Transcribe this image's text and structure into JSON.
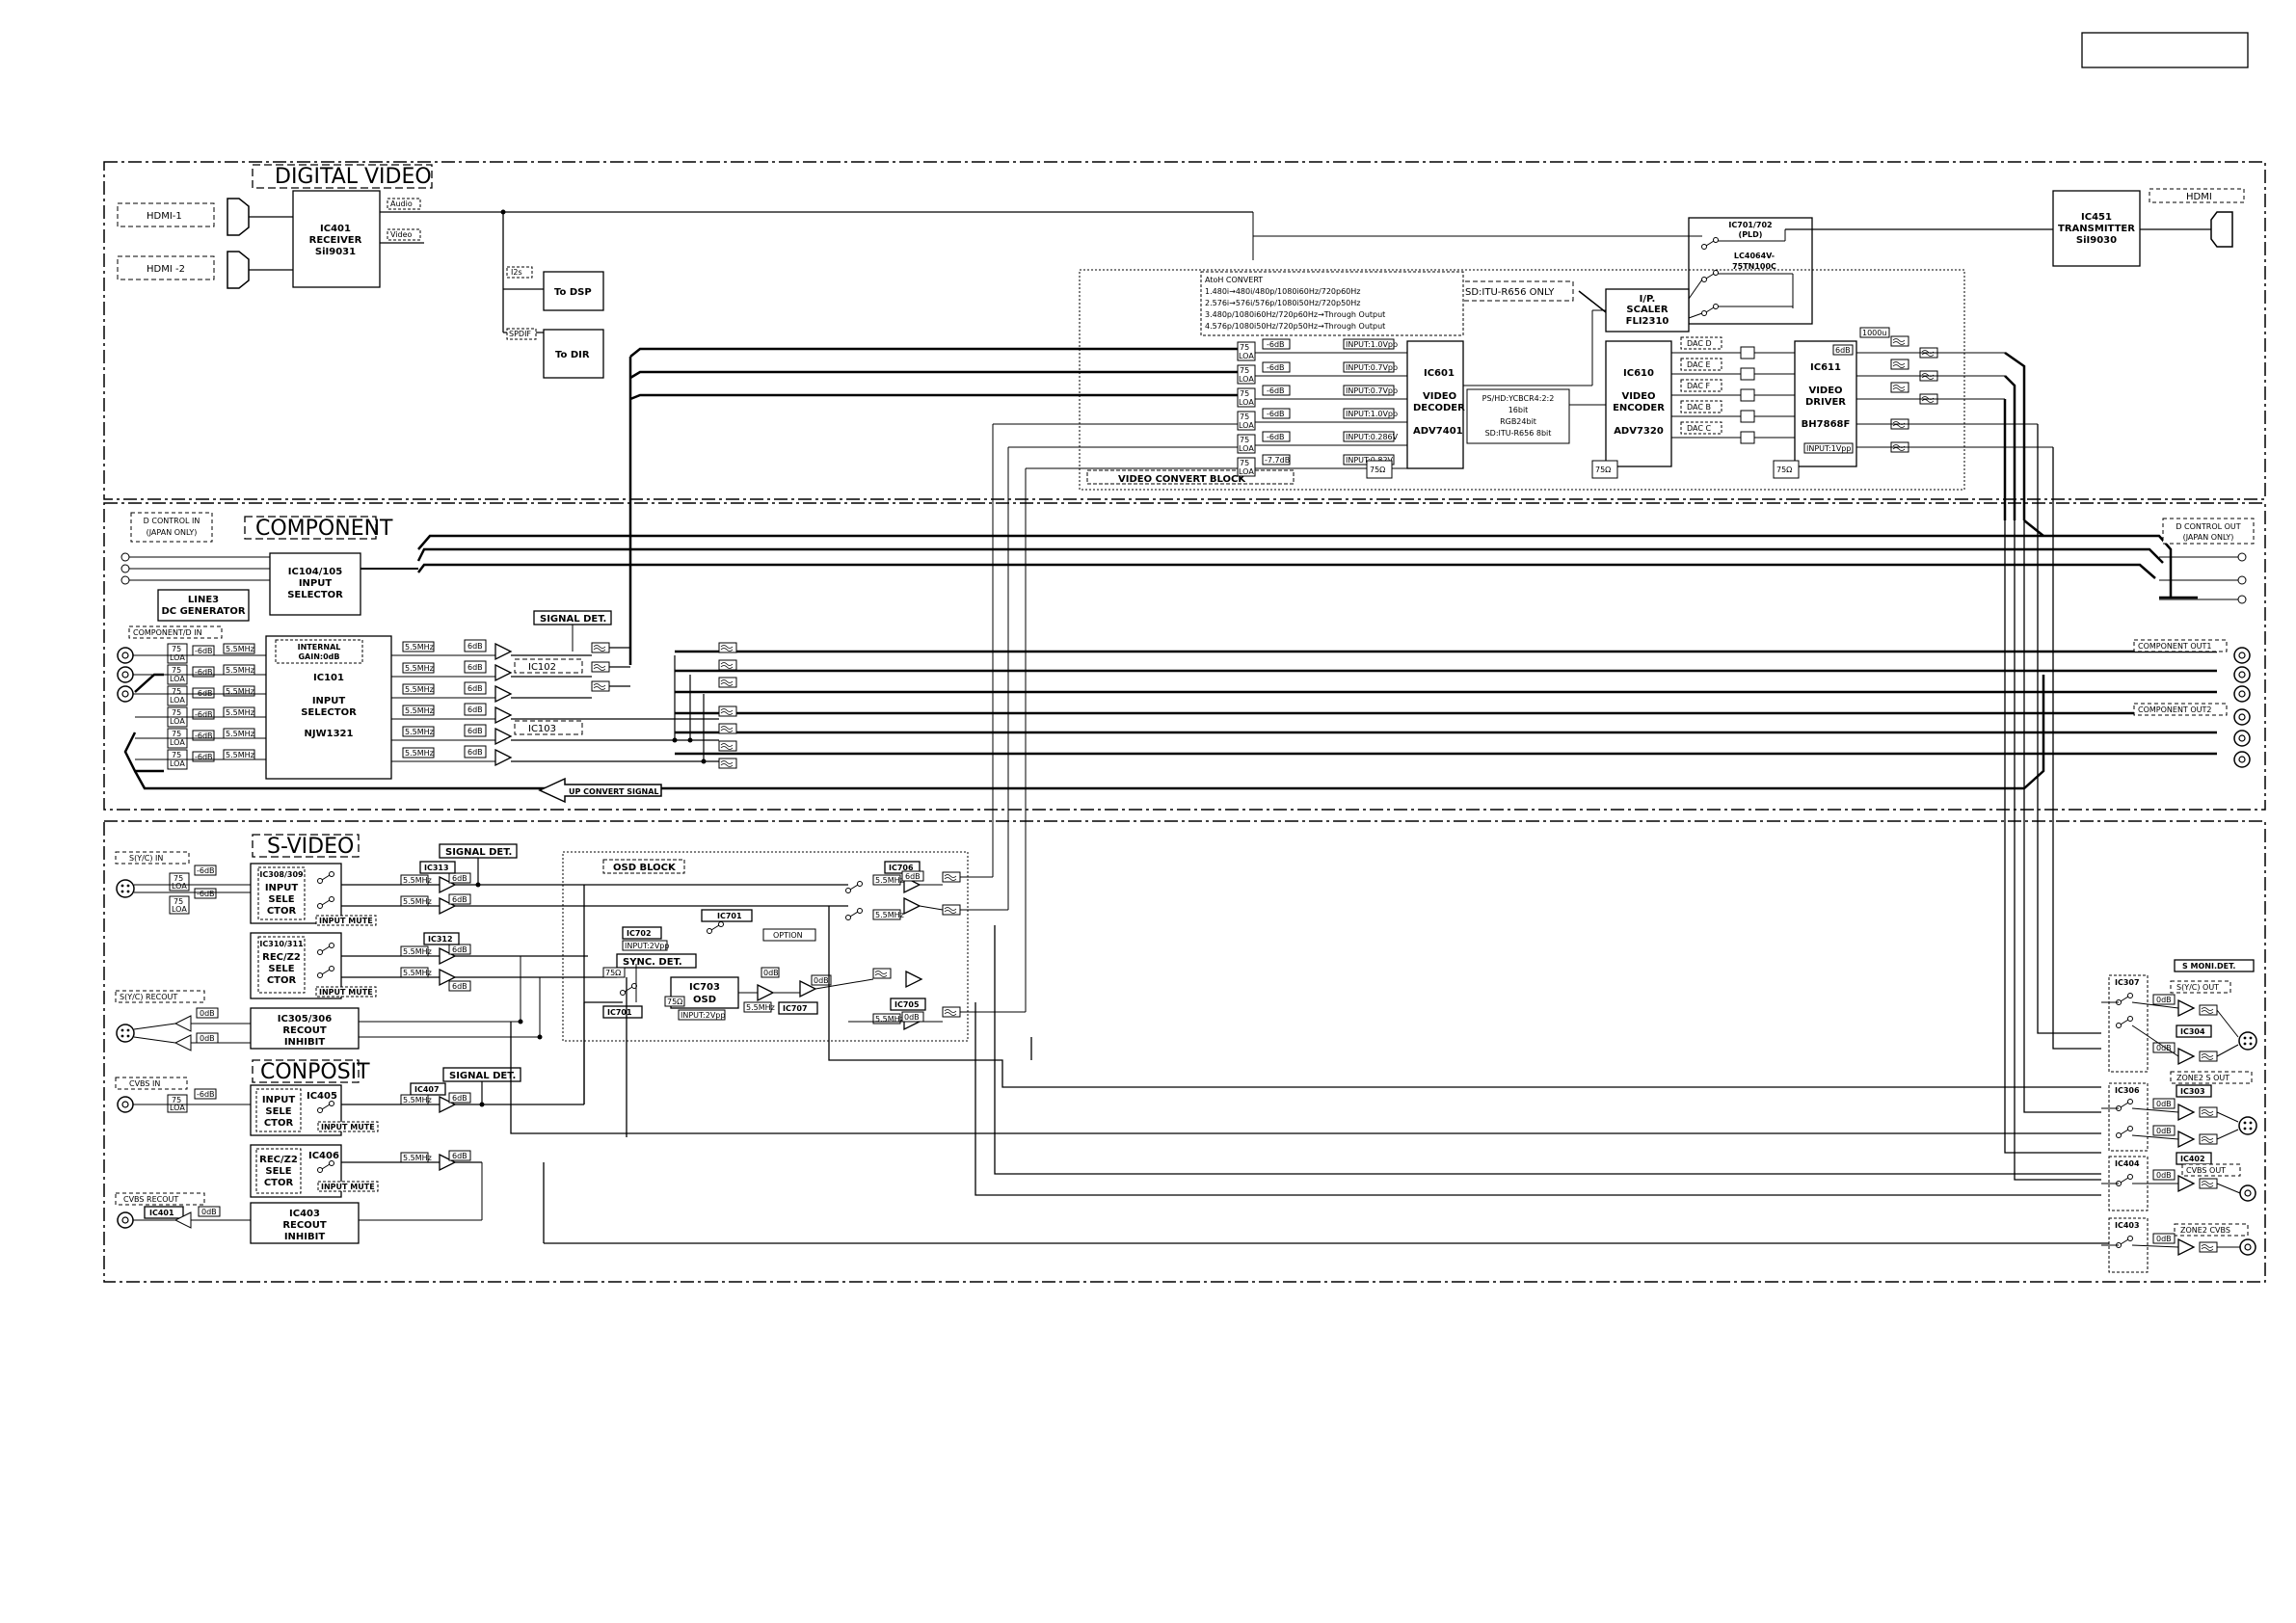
{
  "sections": {
    "digital_video": "DIGITAL VIDEO",
    "component": "COMPONENT",
    "s_video": "S-VIDEO",
    "composit": "CONPOSIT"
  },
  "digital": {
    "hdmi1": "HDMI-1",
    "hdmi2": "HDMI -2",
    "hdmi_out": "HDMI",
    "ic401": [
      "IC401",
      "RECEIVER",
      "SiI9031"
    ],
    "audio": "Audio",
    "video": "Video",
    "i2s": "I2s",
    "spdif": "SPDIF",
    "to_dsp": "To DSP",
    "to_dir": "To DIR",
    "ic451": [
      "IC451",
      "TRANSMITTER",
      "SiI9030"
    ],
    "ic701": [
      "IC701/702",
      "(PLD)",
      "LC4064V-",
      "75TN100C"
    ],
    "sd_itu": "SD:ITU-R656 ONLY",
    "ip_scaler": [
      "I/P.",
      "SCALER",
      "FLI2310"
    ],
    "atom_convert": [
      "AtoH CONVERT",
      "1.480i→480i/480p/1080i60Hz/720p60Hz",
      "2.576i→576i/576p/1080i50Hz/720p50Hz",
      "3.480p/1080i60Hz/720p60Hz→Through Output",
      "4.576p/1080i50Hz/720p50Hz→Through Output"
    ],
    "ic601": [
      "IC601",
      "VIDEO",
      "DECODER",
      "ADV7401"
    ],
    "ic601_inputs": [
      "INPUT:1.0Vpp",
      "INPUT:0.7Vpp",
      "INPUT:0.7Vpp",
      "INPUT:1.0Vpp",
      "INPUT:0.286V",
      "INPUT:0.82V"
    ],
    "ic601_gains": [
      "-6dB",
      "-6dB",
      "-6dB",
      "-6dB",
      "-6dB",
      "-7.7dB"
    ],
    "loa": [
      "75",
      "LOA"
    ],
    "format": [
      "PS/HD:YCBCR4:2:2",
      "16bit",
      "RGB24bit",
      "SD:ITU-R656 8bit"
    ],
    "ic610": [
      "IC610",
      "VIDEO",
      "ENCODER",
      "ADV7320"
    ],
    "dacs": [
      "DAC D",
      "DAC E",
      "DAC F",
      "DAC B",
      "DAC C"
    ],
    "ic611": [
      "IC611",
      "VIDEO",
      "DRIVER",
      "BH7868F"
    ],
    "ohm": "75Ω",
    "input_1vpp": "INPUT:1Vpp",
    "gain_6db": "6dB",
    "cap": "1000u",
    "video_convert": "VIDEO CONVERT BLOCK"
  },
  "comp": {
    "d_in": [
      "D CONTROL IN",
      "(JAPAN ONLY)"
    ],
    "d_out": [
      "D CONTROL OUT",
      "(JAPAN ONLY)"
    ],
    "ic104": [
      "IC104/105",
      "INPUT",
      "SELECTOR"
    ],
    "line3": [
      "LINE3",
      "DC GENERATOR"
    ],
    "comp_in": "COMPONENT/D IN",
    "ic101": [
      "IC101",
      "INPUT",
      "SELECTOR",
      "NJW1321"
    ],
    "gain0": [
      "INTERNAL",
      "GAIN:0dB"
    ],
    "sig_det": "SIGNAL DET.",
    "ic102": "IC102",
    "ic103": "IC103",
    "out1": "COMPONENT OUT1",
    "out2": "COMPONENT OUT2",
    "up_convert": "UP CONVERT SIGNAL",
    "gain_6db": "6dB",
    "gain_m6db": "-6dB",
    "filter": "5.5MHz"
  },
  "svid": {
    "syc_in": "S(Y/C) IN",
    "syc_rec": "S(Y/C) RECOUT",
    "ic308": [
      "IC308/309",
      "INPUT",
      "SELE",
      "CTOR"
    ],
    "ic310": [
      "IC310/311",
      "REC/Z2",
      "SELE",
      "CTOR"
    ],
    "input_mute": "INPUT MUTE",
    "ic313": "IC313",
    "ic312": "IC312",
    "sig_det": "SIGNAL DET.",
    "ic305": [
      "IC305/306",
      "RECOUT",
      "INHIBIT"
    ],
    "osd_block": "OSD BLOCK",
    "ic706": "IC706",
    "ic701": "IC701",
    "ic702": [
      "IC702",
      "INPUT:2Vpp"
    ],
    "sync": "SYNC. DET.",
    "ic703": [
      "IC703",
      "OSD",
      "INPUT:2Vpp"
    ],
    "ic707": "IC707",
    "ic705": "IC705",
    "option": "OPTION",
    "ic701b": "IC701",
    "ohm": "75Ω",
    "gain_0db": "0dB",
    "gain_6db": "6dB"
  },
  "cvbs": {
    "cvbs_in": "CVBS IN",
    "cvbs_rec": "CVBS RECOUT",
    "ic405": [
      "INPUT",
      "SELE",
      "CTOR"
    ],
    "ic405_label": "IC405",
    "ic406": [
      "REC/Z2",
      "SELE",
      "CTOR"
    ],
    "ic406_label": "IC406",
    "ic407": "IC407",
    "sig_det": "SIGNAL DET.",
    "input_mute": "INPUT MUTE",
    "ic401": "IC401",
    "ic403": [
      "IC403",
      "RECOUT",
      "INHIBIT"
    ]
  },
  "outputs": {
    "s_moni": "S MONI.DET.",
    "ic307": "IC307",
    "s_out": "S(Y/C) OUT",
    "ic304": "IC304",
    "zone2_s": "ZONE2 S OUT",
    "ic306": "IC306",
    "ic303": "IC303",
    "ic404": "IC404",
    "ic402": "IC402",
    "cvbs_out": "CVBS OUT",
    "ic403": "IC403",
    "zone2_cvbs": "ZONE2 CVBS"
  }
}
